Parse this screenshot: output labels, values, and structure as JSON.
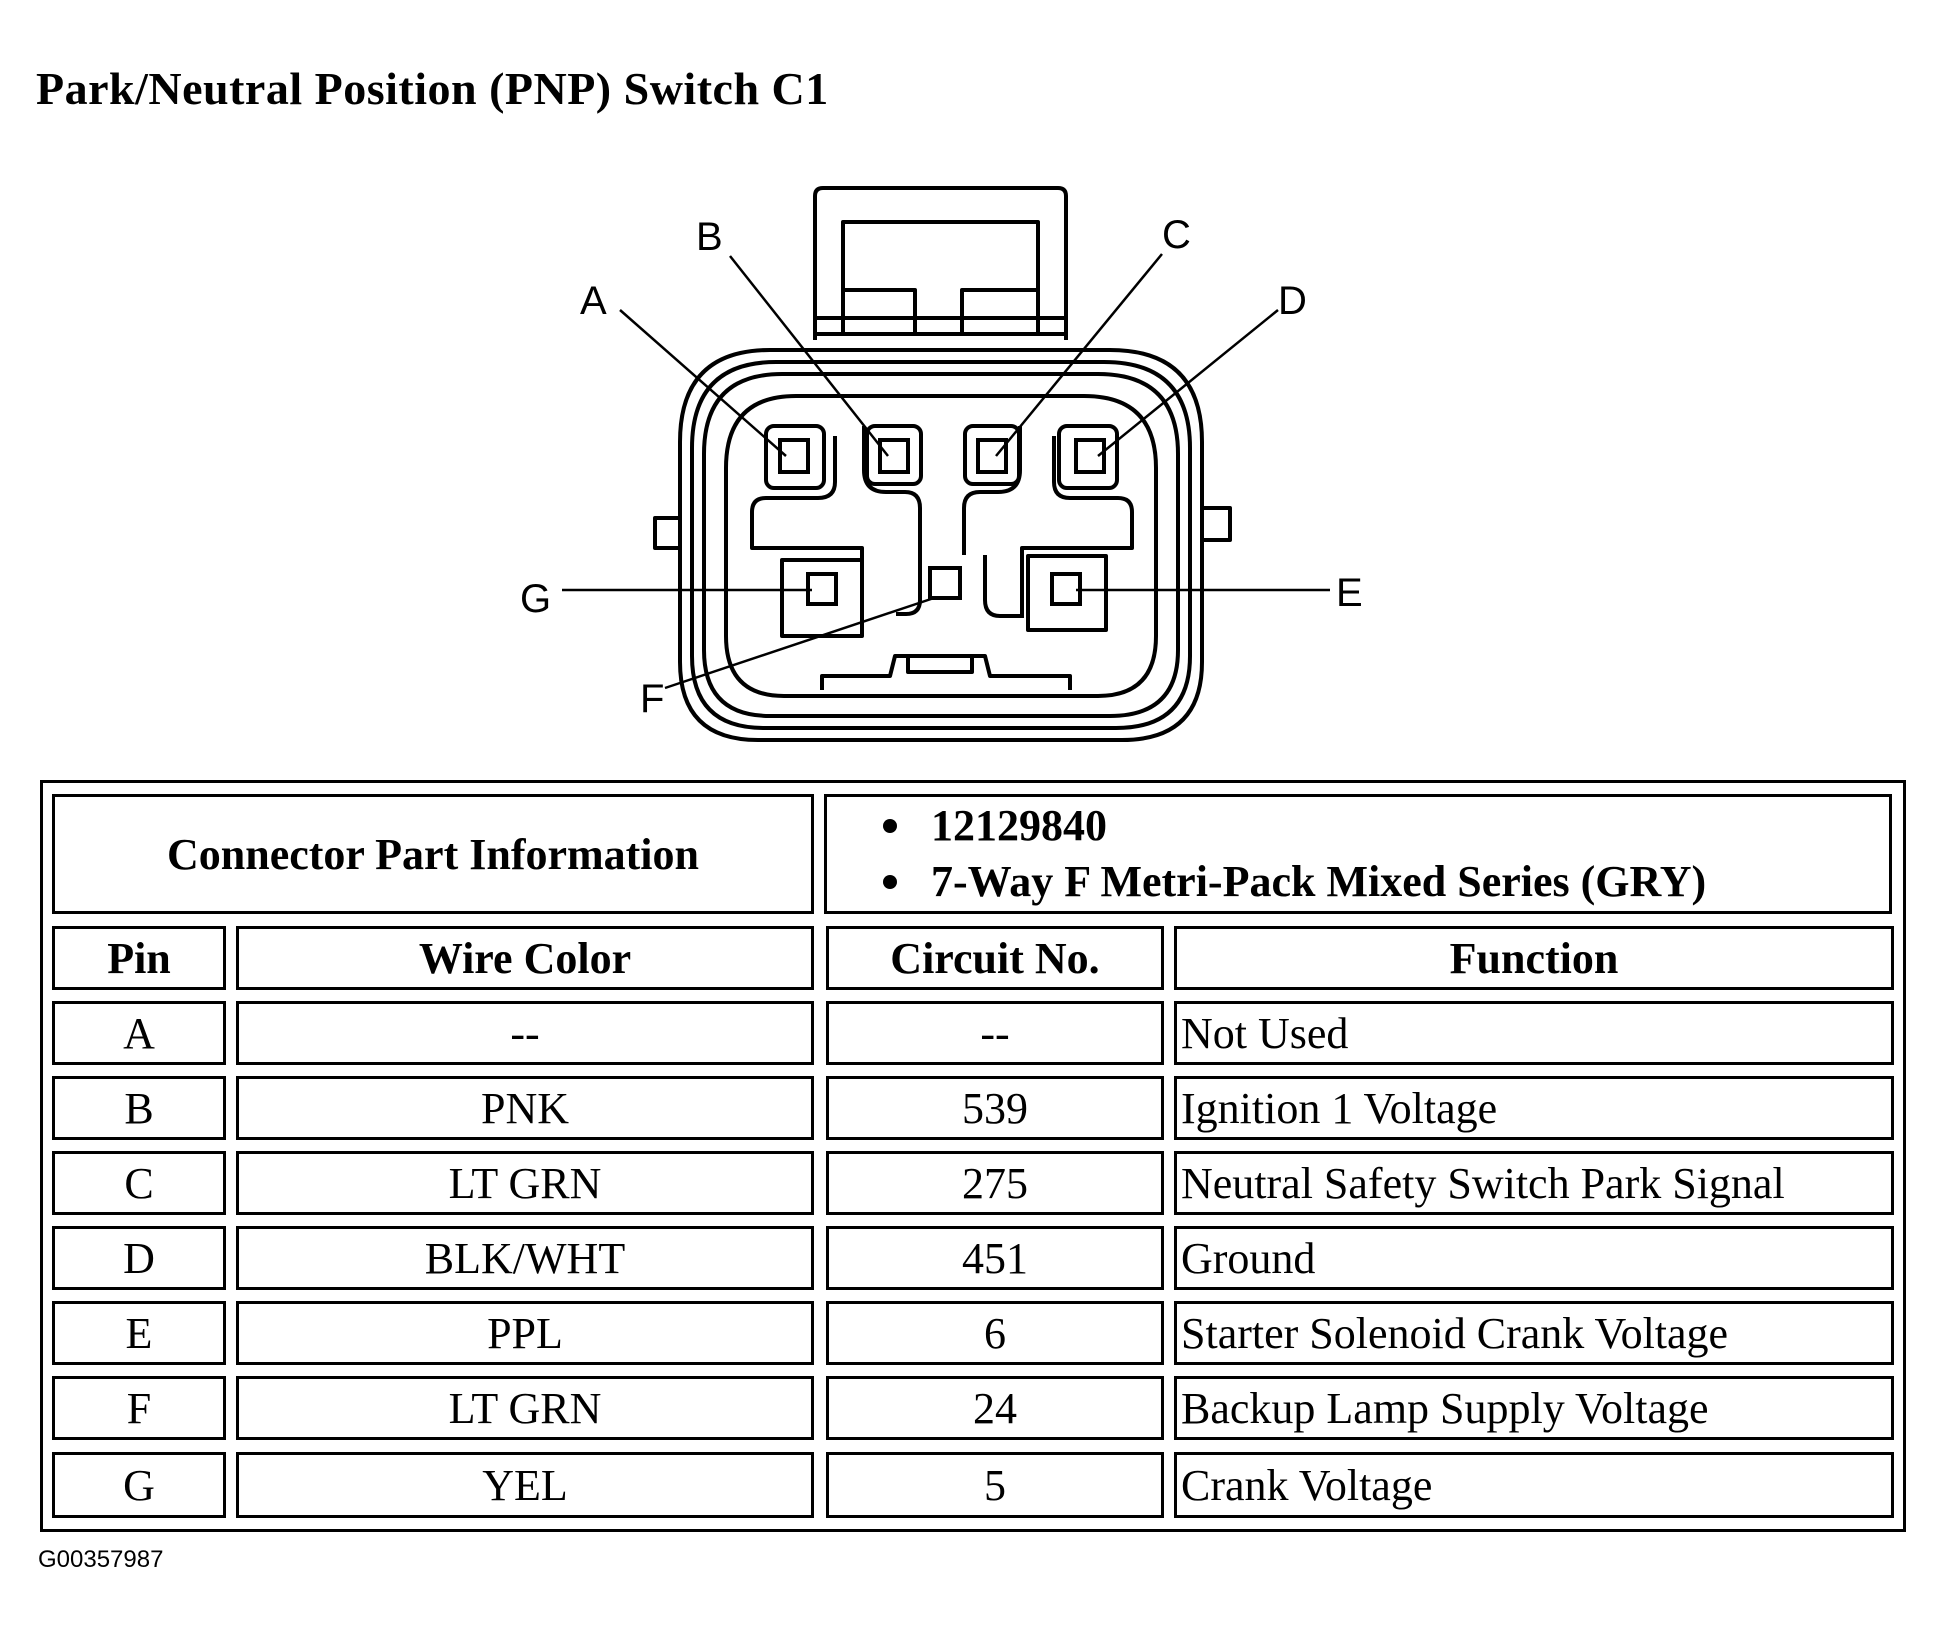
{
  "title": "Park/Neutral Position (PNP) Switch C1",
  "pin_labels": {
    "A": "A",
    "B": "B",
    "C": "C",
    "D": "D",
    "E": "E",
    "F": "F",
    "G": "G"
  },
  "connector_info": {
    "label": "Connector Part Information",
    "items": [
      "12129840",
      "7-Way F Metri-Pack Mixed Series (GRY)"
    ]
  },
  "table": {
    "headers": {
      "pin": "Pin",
      "wire_color": "Wire Color",
      "circuit": "Circuit No.",
      "function": "Function"
    },
    "rows": [
      {
        "pin": "A",
        "wire_color": "--",
        "circuit": "--",
        "function": "Not Used"
      },
      {
        "pin": "B",
        "wire_color": "PNK",
        "circuit": "539",
        "function": "Ignition 1 Voltage"
      },
      {
        "pin": "C",
        "wire_color": "LT GRN",
        "circuit": "275",
        "function": "Neutral Safety Switch Park Signal"
      },
      {
        "pin": "D",
        "wire_color": "BLK/WHT",
        "circuit": "451",
        "function": "Ground"
      },
      {
        "pin": "E",
        "wire_color": "PPL",
        "circuit": "6",
        "function": "Starter Solenoid Crank Voltage"
      },
      {
        "pin": "F",
        "wire_color": "LT GRN",
        "circuit": "24",
        "function": "Backup Lamp Supply Voltage"
      },
      {
        "pin": "G",
        "wire_color": "YEL",
        "circuit": "5",
        "function": "Crank Voltage"
      }
    ]
  },
  "figure_id": "G00357987"
}
